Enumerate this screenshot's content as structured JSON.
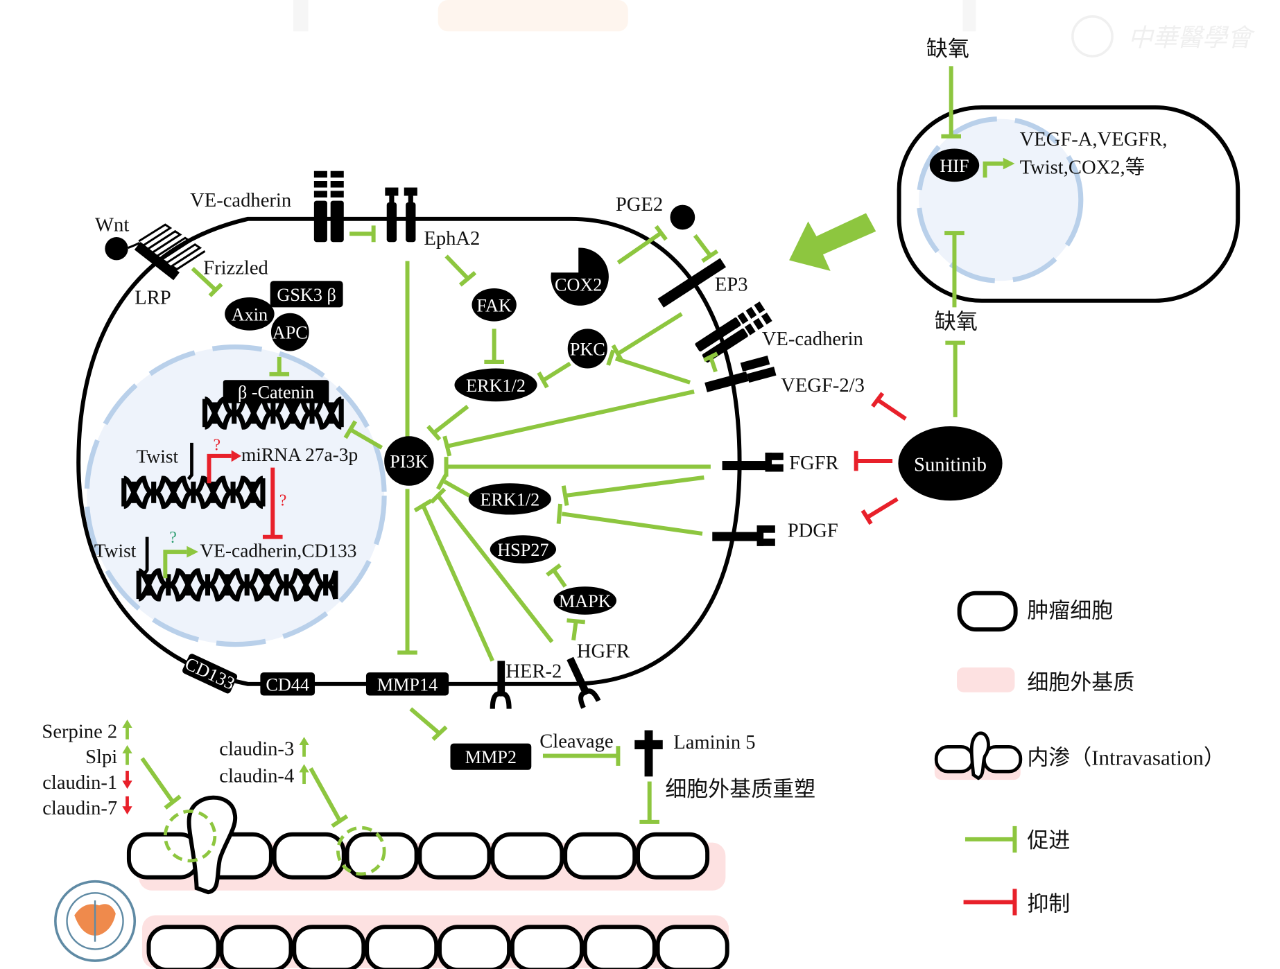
{
  "colors": {
    "promote": "#8dc63f",
    "inhibit": "#e8202a",
    "nucleus_fill": "#eaf1fb",
    "nucleus_border": "#b9d0ea",
    "ecm": "#fbe0e0",
    "node": "#000000"
  },
  "watermark": {
    "text": "中華醫學會"
  },
  "membrane_labels": {
    "wnt": "Wnt",
    "frizzled": "Frizzled",
    "lrp": "LRP",
    "ve_cadherin_top": "VE-cadherin",
    "epha2": "EphA2",
    "pge2": "PGE2",
    "ep3": "EP3",
    "ve_cadherin_right": "VE-cadherin",
    "vegf23": "VEGF-2/3",
    "fgfr": "FGFR",
    "pdgf": "PDGF",
    "hgfr": "HGFR",
    "her2": "HER-2"
  },
  "nodes": {
    "gsk3b": "GSK3 β",
    "axin": "Axin",
    "apc": "APC",
    "beta_catenin": "β -Catenin",
    "fak": "FAK",
    "cox2": "COX2",
    "pkc": "PKC",
    "erk12_top": "ERK1/2",
    "pi3k": "PI3K",
    "erk12_mid": "ERK1/2",
    "hsp27": "HSP27",
    "mapk": "MAPK",
    "cd133": "CD133",
    "cd44": "CD44",
    "mmp14": "MMP14",
    "mmp2": "MMP2",
    "sunitinib": "Sunitinib",
    "hif": "HIF"
  },
  "nucleus": {
    "twist1": "Twist",
    "mirna": "miRNA 27a-3p",
    "twist2": "Twist",
    "targets": "VE-cadherin,CD133",
    "q1": "?",
    "q2": "?",
    "q3": "?"
  },
  "hif_cell": {
    "hypoxia_top": "缺氧",
    "hypoxia_bottom": "缺氧",
    "targets_line1": "VEGF-A,VEGFR,",
    "targets_line2": "Twist,COX2,等"
  },
  "ecm_labels": {
    "cleavage": "Cleavage",
    "laminin5": "Laminin 5",
    "ecm_remodel": "细胞外基质重塑"
  },
  "markers": [
    {
      "label": "Serpine 2",
      "direction": "up"
    },
    {
      "label": "Slpi",
      "direction": "up"
    },
    {
      "label": "claudin-1",
      "direction": "down"
    },
    {
      "label": "claudin-7",
      "direction": "down"
    }
  ],
  "markers2": [
    {
      "label": "claudin-3",
      "direction": "up"
    },
    {
      "label": "claudin-4",
      "direction": "up"
    }
  ],
  "legend": [
    {
      "symbol": "tumor-cell",
      "label": "肿瘤细胞"
    },
    {
      "symbol": "ecm",
      "label": "细胞外基质"
    },
    {
      "symbol": "intravasation",
      "label": "内渗（Intravasation）"
    },
    {
      "symbol": "promote",
      "label": "促进"
    },
    {
      "symbol": "inhibit",
      "label": "抑制"
    }
  ]
}
